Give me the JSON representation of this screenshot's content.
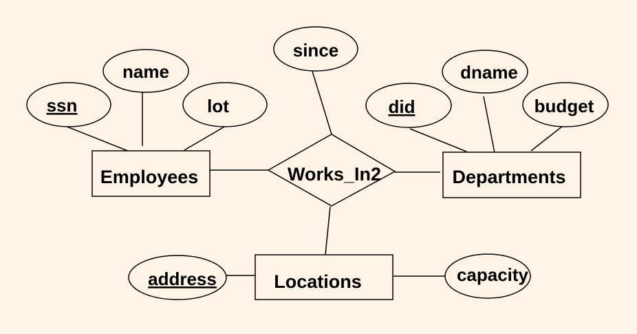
{
  "entities": {
    "employees": "Employees",
    "departments": "Departments",
    "locations": "Locations"
  },
  "relationship": {
    "works_in": "Works_In2"
  },
  "attributes": {
    "ssn": "ssn",
    "name": "name",
    "lot": "lot",
    "since": "since",
    "did": "did",
    "dname": "dname",
    "budget": "budget",
    "address": "address",
    "capacity": "capacity"
  }
}
